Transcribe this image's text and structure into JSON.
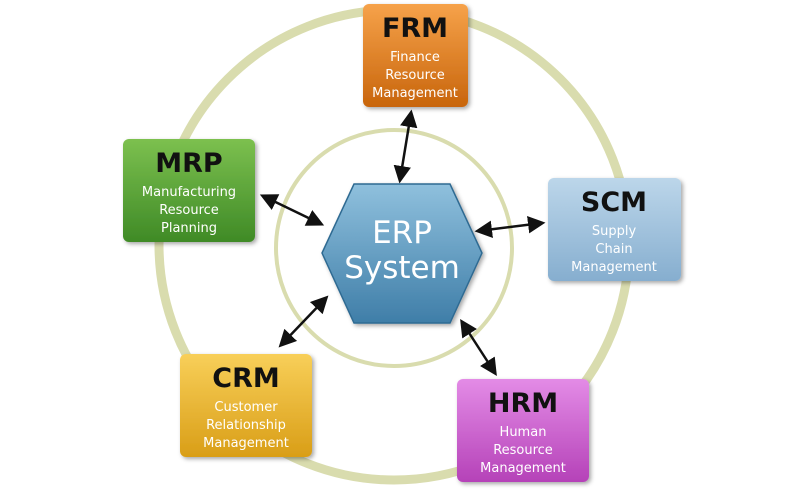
{
  "center": {
    "line1": "ERP",
    "line2": "System"
  },
  "modules": [
    {
      "id": "frm",
      "abbr": "FRM",
      "lines": [
        "Finance",
        "Resource",
        "Management"
      ],
      "color_light": "#f6a24a",
      "color_dark": "#c8650c"
    },
    {
      "id": "scm",
      "abbr": "SCM",
      "lines": [
        "Supply",
        "Chain",
        "Management"
      ],
      "color_light": "#bcd6ea",
      "color_dark": "#86aecf"
    },
    {
      "id": "hrm",
      "abbr": "HRM",
      "lines": [
        "Human",
        "Resource",
        "Management"
      ],
      "color_light": "#e38be6",
      "color_dark": "#b542b8"
    },
    {
      "id": "crm",
      "abbr": "CRM",
      "lines": [
        "Customer",
        "Relationship",
        "Management"
      ],
      "color_light": "#f8cf59",
      "color_dark": "#d99e17"
    },
    {
      "id": "mrp",
      "abbr": "MRP",
      "lines": [
        "Manufacturing",
        "Resource",
        "Planning"
      ],
      "color_light": "#7cc04f",
      "color_dark": "#3f8a26"
    }
  ],
  "colors": {
    "ring": "#d9dcae",
    "hexagon_light": "#8fc0dd",
    "hexagon_dark": "#3f7ea8",
    "arrow": "#111111"
  }
}
